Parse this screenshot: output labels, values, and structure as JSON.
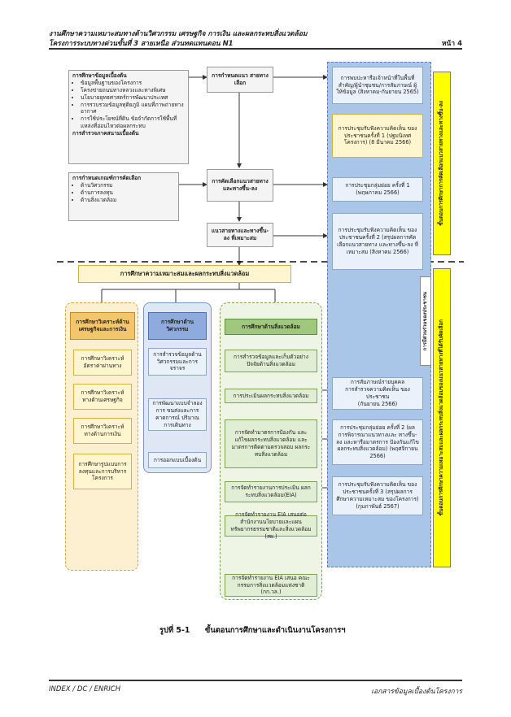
{
  "header": {
    "line1": "งานศึกษาความเหมาะสมทางด้านวิศวกรรม เศรษฐกิจ การเงิน และผลกระทบสิ่งแวดล้อม",
    "line2": "โครงการระบบทางด่วนขั้นที่ 3 สายเหนือ ส่วนทดแทนตอน N1",
    "page": "หน้า 4"
  },
  "top": {
    "base_title": "การศึกษาข้อมูลเบื้องต้น",
    "base_items": [
      "ข้อมูลพื้นฐานของโครงการ",
      "โครงข่ายถนนทางหลวงและทางพิเศษ",
      "นโยบายยุทธศาสตร์การพัฒนาประเทศ",
      "การรวบรวมข้อมูลทุติยภูมิ แผนที่ภาพถ่ายทางอากาศ",
      "การใช้ประโยชน์ที่ดิน ข้อจำกัดการใช้พื้นที่ แหล่งที่อ่อนไหวต่อผลกระทบ"
    ],
    "base_footer": "การสำรวจภาคสนามเบื้องต้น",
    "criteria_title": "การกำหนดเกณฑ์การคัดเลือก",
    "criteria_items": [
      "ด้านวิศวกรรม",
      "ด้านการลงทุน",
      "ด้านสิ่งแวดล้อม"
    ],
    "step1": "การกำหนดแนว สายทางเลือก",
    "step2": "การคัดเลือกแนวสายทาง และทางขึ้น-ลง",
    "step3": "แนวสายทางและทางขึ้น-ลง ที่เหมาะสม",
    "right1": "การพบปะหารือเจ้าหน้าที่ในพื้นที่ สำคัญ/ผู้นำชุมชน/การสัมภาษณ์ ผู้ให้ข้อมูล (สิงหาคม-กันยายน 2565)",
    "right2": "การประชุมรับฟังความคิดเห็น ของประชาชนครั้งที่ 1 (ปฐมนิเทศโครงการ) (8 มีนาคม 2566)",
    "right3": "การประชุมกลุ่มย่อย ครั้งที่ 1 (พฤษภาคม 2566)",
    "right4": "การประชุมรับฟังความคิดเห็น ของประชาชนครั้งที่ 2 (สรุปผลการคัดเลือกแนวสายทาง และทางขึ้น-ลง ที่เหมาะสม (สิงหาคม 2566)",
    "side_label": "ขั้นตอนการศึกษาการคัดเลือกแนวสายทางและทางขึ้น-ลง"
  },
  "main": {
    "study_title": "การศึกษาความเหมาะสมและผลกระทบสิ่งแวดล้อม",
    "col1_title": "การศึกษาวิเคราะห์ด้าน เศรษฐกิจและการเงิน",
    "col1_items": [
      "การศึกษาวิเคราะห์ อัตราค่าผ่านทาง",
      "การศึกษาวิเคราะห์ ทางด้านเศรษฐกิจ",
      "การศึกษาวิเคราะห์ ทางด้านการเงิน",
      "การศึกษารูปแบบการ ลงทุนและการบริหาร โครงการ"
    ],
    "col2_title": "การศึกษาด้าน วิศวกรรม",
    "col2_items": [
      "การสำรวจข้อมูลด้าน วิศวกรรมและการจราจร",
      "การพัฒนาแบบจำลองการ ขนส่งและการคาดการณ์ ปริมาณการเดินทาง",
      "การออกแบบเบื้องต้น"
    ],
    "col3_title": "การศึกษาด้านสิ่งแวดล้อม",
    "col3_items": [
      "การสำรวจข้อมูลและเก็บตัวอย่าง ปัจจัยด้านสิ่งแวดล้อม",
      "การประเมินผลกระทบสิ่งแวดล้อม",
      "การจัดทำมาตรการป้องกัน และแก้ไขผลกระทบสิ่งแวดล้อม และ มาตรการติดตามตรวจสอบ ผลกระทบสิ่งแวดล้อม",
      "การจัดทำรายงานการประเมิน ผลกระทบสิ่งแวดล้อม(EIA)",
      "การจัดทำรายงาน EIA เสนอต่อสำนักงานนโยบายและแผน ทรัพยากรธรรมชาติและสิ่งแวดล้อม (สผ.)",
      "การจัดทำรายงาน EIA เสนอ คณะกรรมการสิ่งแวดล้อมแห่งชาติ (กก.วล.)"
    ],
    "right_mid1": "การสัมภาษณ์รายบุคคล",
    "right_mid2": "การสำรวจความคิดเห็น ของประชาชน",
    "right_mid3": "(กันยายน 2566)",
    "right5": "การประชุมกลุ่มย่อย ครั้งที่ 2 (ผลการพิจารณาแนวทางและ ทางขึ้น-ลง และหารือมาตรการ ป้องกันแก้ไขผลกระทบสิ่งแวดล้อม) (พฤศจิกายน 2566)",
    "right6": "การประชุมรับฟังความคิดเห็น ของประชาชนครั้งที่ 3 (สรุปผลการศึกษาความเหมาะสม ของโครงการ) (กุมภาพันธ์ 2567)",
    "side_label2": "การมีส่วนร่วมของประชาชน",
    "side_label3": "ขั้นตอนการศึกษาความเหมาะสมและผลกระทบสิ่งแวดล้อมของแนวสายทางที่ได้รับคัดเลือก"
  },
  "caption": {
    "number": "รูปที่ 5-1",
    "text": "ขั้นตอนการศึกษาและดำเนินงานโครงการฯ"
  },
  "footer": {
    "left": "INDEX / DC / ENRICH",
    "right": "เอกสารข้อมูลเบื้องต้นโครงการ"
  },
  "colors": {
    "blue_panel": "#a9c5e8",
    "yellow_side": "#ffff00",
    "green_col": "#9fc77d",
    "blue_col": "#8faadc",
    "orange_col": "#f2c66b"
  }
}
